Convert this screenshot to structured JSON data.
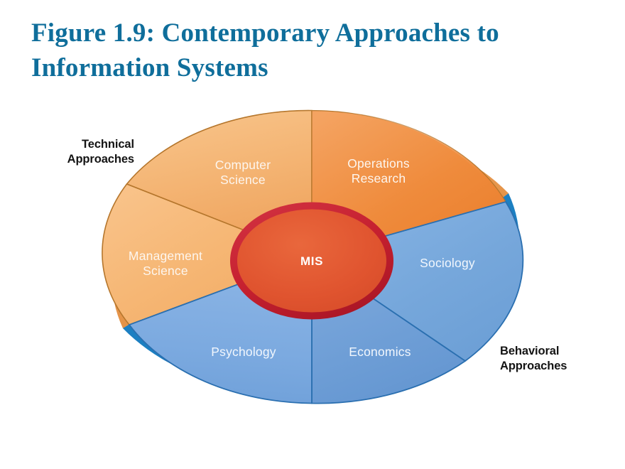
{
  "slide": {
    "background_color": "#ffffff",
    "title": "Figure 1.9:  Contemporary Approaches to\nInformation Systems",
    "title_color": "#0f6e9b"
  },
  "diagram": {
    "type": "segmented-wheel",
    "center_label": "MIS",
    "center_fill": "#e0542f",
    "center_ring": "#c5202f",
    "technical_label": "Technical\nApproaches",
    "behavioral_label": "Behavioral\nApproaches",
    "groups": [
      {
        "name": "Technical Approaches",
        "callout": "Technical\nApproaches",
        "ring_color": "#e8954e",
        "segments": [
          {
            "label": "Computer\nScience",
            "line1": "Computer",
            "line2": "Science",
            "fill": "#f4b473"
          },
          {
            "label": "Operations\nResearch",
            "line1": "Operations",
            "line2": "Research",
            "fill": "#ef8b3c"
          },
          {
            "label": "Management\nScience",
            "line1": "Management",
            "line2": "Science",
            "fill": "#f6b775"
          }
        ]
      },
      {
        "name": "Behavioral Approaches",
        "callout": "Behavioral\nApproaches",
        "ring_color": "#1a7ec0",
        "segments": [
          {
            "label": "Sociology",
            "line1": "Sociology",
            "line2": "",
            "fill": "#76a7db"
          },
          {
            "label": "Economics",
            "line1": "Economics",
            "line2": "",
            "fill": "#6e9ed6"
          },
          {
            "label": "Psychology",
            "line1": "Psychology",
            "line2": "",
            "fill": "#7caae0"
          }
        ]
      }
    ],
    "divider_color_orange": "#b5762c",
    "divider_color_blue": "#2a6fb0"
  }
}
